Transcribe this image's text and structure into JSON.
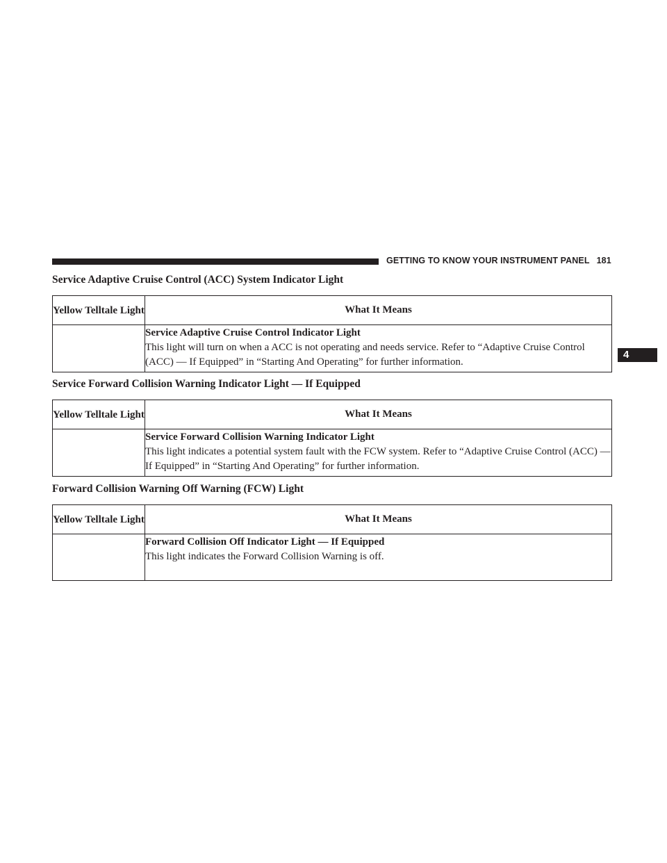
{
  "page_header": {
    "chapter_title": "GETTING TO KNOW YOUR INSTRUMENT PANEL",
    "page_number": "181",
    "chapter_tab": "4"
  },
  "sections": [
    {
      "title": "Service Adaptive Cruise Control (ACC) System Indicator Light",
      "col1_header": "Yellow Telltale Light",
      "col2_header": "What It Means",
      "desc_title": "Service Adaptive Cruise Control Indicator Light",
      "desc_text": "This light will turn on when a ACC is not operating and needs service. Refer to “Adaptive Cruise Control (ACC) — If Equipped” in “Starting And Operating” for further information."
    },
    {
      "title": "Service Forward Collision Warning Indicator Light — If Equipped",
      "col1_header": "Yellow Telltale Light",
      "col2_header": "What It Means",
      "desc_title": "Service Forward Collision Warning Indicator Light",
      "desc_text": "This light indicates a potential system fault with the FCW system. Refer to “Adaptive Cruise Control (ACC) — If Equipped” in “Starting And Operating” for further information."
    },
    {
      "title": "Forward Collision Warning Off Warning (FCW) Light",
      "col1_header": "Yellow Telltale Light",
      "col2_header": "What It Means",
      "desc_title": "Forward Collision Off Indicator Light — If Equipped",
      "desc_text": "This light indicates the Forward Collision Warning is off."
    }
  ]
}
